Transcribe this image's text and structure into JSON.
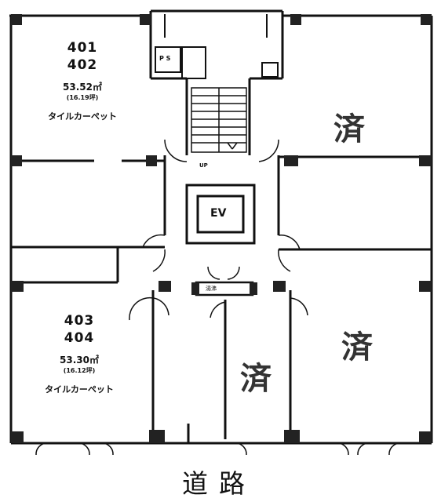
{
  "units": [
    {
      "numbers": [
        "401",
        "402"
      ],
      "area": "53.52㎡",
      "tsubo": "(16.19坪)",
      "floor": "タイルカーペット"
    },
    {
      "numbers": [
        "403",
        "404"
      ],
      "area": "53.30㎡",
      "tsubo": "(16.12坪)",
      "floor": "タイルカーペット"
    }
  ],
  "occupied_label": "済",
  "core": {
    "ev": "EV",
    "up": "UP",
    "ps": "P S",
    "pantry": "湯沸"
  },
  "road": "道路"
}
